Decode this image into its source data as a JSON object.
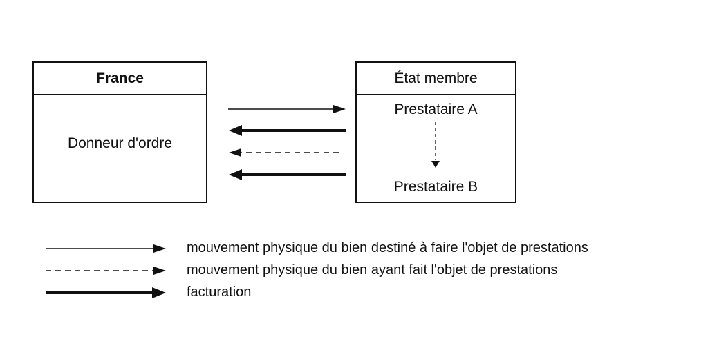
{
  "diagram": {
    "left_box": {
      "title": "France",
      "content": "Donneur d'ordre"
    },
    "right_box": {
      "title": "État membre",
      "top_item": "Prestataire A",
      "bottom_item": "Prestataire B"
    }
  },
  "legend": {
    "items": [
      {
        "style": "thin-solid",
        "label": "mouvement physique du bien destiné à faire l'objet de prestations"
      },
      {
        "style": "dashed",
        "label": "mouvement physique du bien ayant fait l'objet de prestations"
      },
      {
        "style": "thick-solid",
        "label": "facturation"
      }
    ]
  },
  "colors": {
    "ink": "#111111",
    "background": "#ffffff"
  }
}
